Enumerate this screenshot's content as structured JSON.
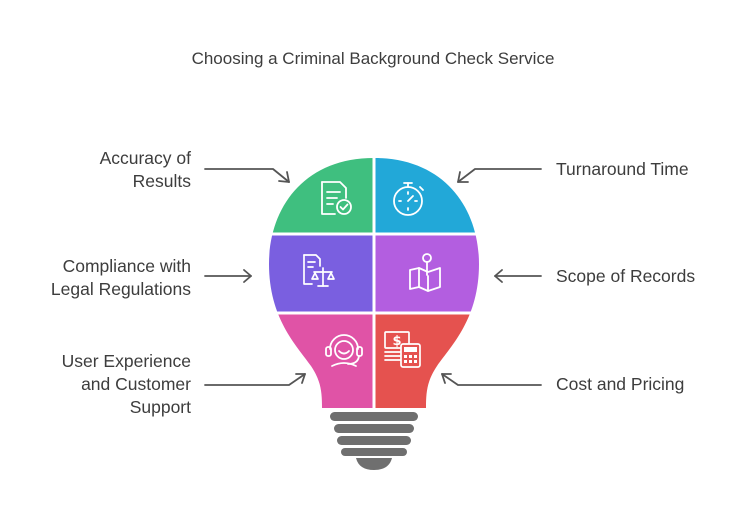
{
  "title": "Choosing a Criminal Background Check Service",
  "colors": {
    "accuracy": "#3fbf7f",
    "turnaround": "#22a8d8",
    "compliance": "#7a5fe0",
    "scope": "#b35ee0",
    "user_experience": "#e053a6",
    "cost": "#e5524f",
    "base": "#6f6f6f",
    "text": "#3d3d3d"
  },
  "segments": {
    "accuracy": {
      "label_lines": [
        "Accuracy of",
        "Results"
      ],
      "icon": "document-check-icon"
    },
    "turnaround": {
      "label_lines": [
        "Turnaround Time"
      ],
      "icon": "stopwatch-icon"
    },
    "compliance": {
      "label_lines": [
        "Compliance with",
        "Legal Regulations"
      ],
      "icon": "legal-document-scale-icon"
    },
    "scope": {
      "label_lines": [
        "Scope of Records"
      ],
      "icon": "map-pin-icon"
    },
    "user_experience": {
      "label_lines": [
        "User Experience",
        "and Customer",
        "Support"
      ],
      "icon": "headset-support-icon"
    },
    "cost": {
      "label_lines": [
        "Cost and Pricing"
      ],
      "icon": "money-calculator-icon"
    }
  }
}
